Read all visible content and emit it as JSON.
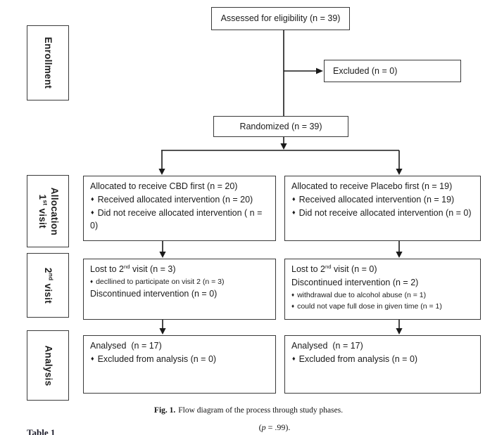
{
  "figure": {
    "bullet": "♦",
    "assessed_box": "Assessed for eligibility (n = 39)",
    "excluded_box": "Excluded (n = 0)",
    "randomized_box": "Randomized (n = 39)",
    "enrollment_label": "Enrollment",
    "allocation_label_line1": "Allocation",
    "allocation_label_line2": {
      "pre": "1",
      "sup": "st",
      "post": " visit"
    },
    "visit2_label": {
      "pre": "2",
      "sup": "nd",
      "post": " visit"
    },
    "analysis_label": "Analysis",
    "cbd_column": {
      "allocation": {
        "title": "Allocated to receive CBD first (n = 20)",
        "bullet1": "Received allocated intervention (n = 20)",
        "bullet2": "Did not receive allocated intervention ( n = 0)"
      },
      "visit2": {
        "lost": {
          "pre": "Lost to 2",
          "sup": "nd",
          "post": " visit (n = 3)"
        },
        "bullet1": "decllined to participate on visit 2 (n = 3)",
        "discontinued": "Discontinued intervention (n = 0)"
      },
      "analysis": {
        "title": "Analysed  (n = 17)",
        "bullet1": "Excluded from analysis (n = 0)"
      }
    },
    "placebo_column": {
      "allocation": {
        "title": "Allocated to receive Placebo first (n = 19)",
        "bullet1": "Received allocated intervention (n = 19)",
        "bullet2": "Did not receive allocated intervention (n = 0)"
      },
      "visit2": {
        "lost": {
          "pre": "Lost to 2",
          "sup": "nd",
          "post": " visit (n = 0)"
        },
        "discontinued": "Discontinued intervention (n = 2)",
        "bullet1": "withdrawal due to alcohol abuse (n = 1)",
        "bullet2": "could not vape full dose in given time (n = 1)"
      },
      "analysis": {
        "title": "Analysed  (n = 17)",
        "bullet1": "Excluded from analysis (n = 0)"
      }
    }
  },
  "caption": {
    "label": "Fig. 1.",
    "text": "Flow diagram of the process through study phases."
  },
  "footnote": {
    "open": "(",
    "var": "p",
    "rest": " = .99)."
  },
  "table_heading": "Table 1"
}
